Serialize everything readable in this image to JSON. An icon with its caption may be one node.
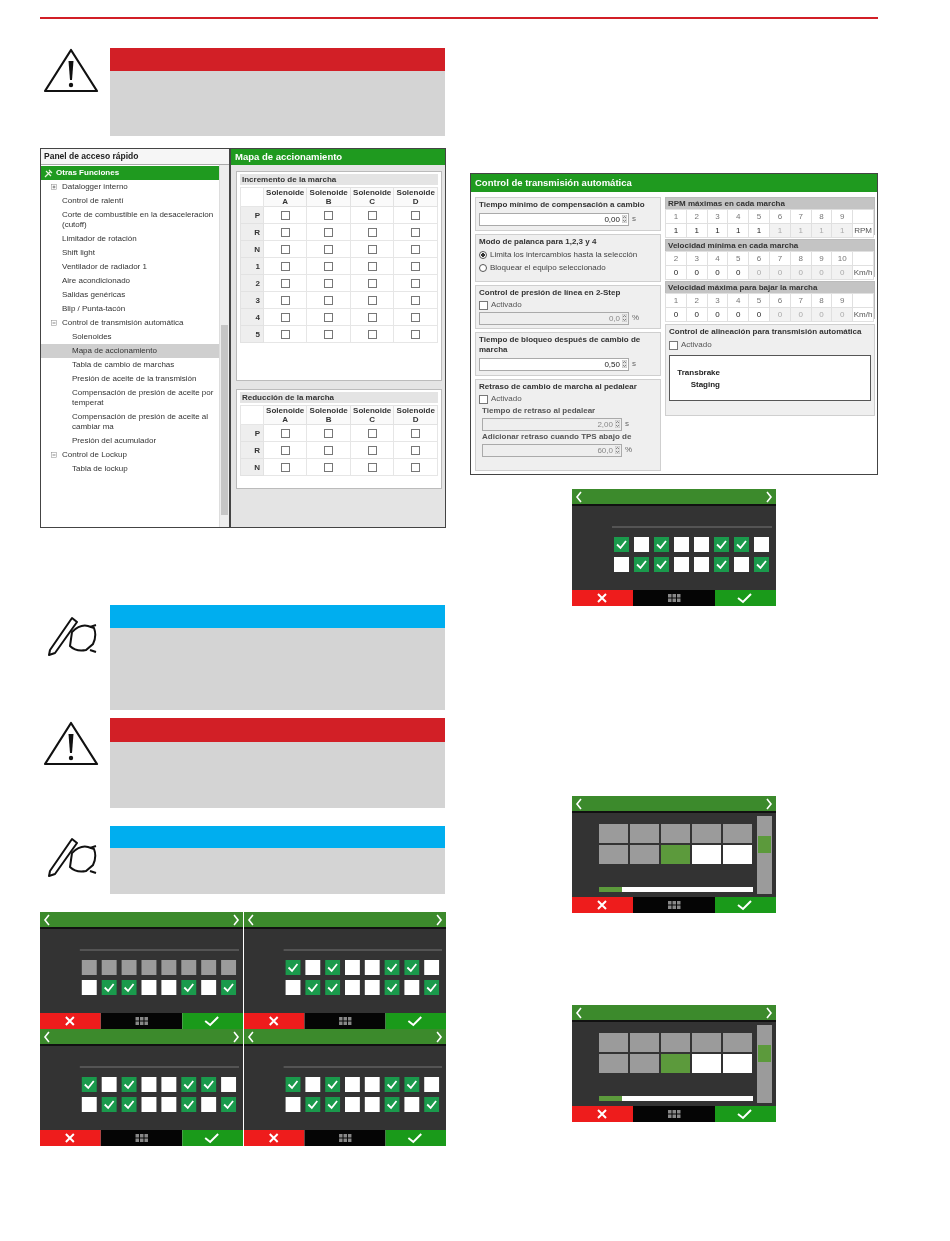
{
  "diagram": {
    "nodes": [
      {
        "text": [
          "Panel de acceso rápido",
          "Otras Funciones",
          "Datalogger interno",
          "Control de ralentí",
          "Corte de combustible en la desaceleracion (cutoff)",
          "Limitador de rotación",
          "Shift light",
          "Ventilador de radiador 1",
          "Aire acondicionado",
          "Salidas genéricas",
          "Blip / Punta-tacón",
          "Control de transmisión automática",
          "Solenoides",
          "Mapa de accionamiento",
          "Tabla de cambio de marchas",
          "Presión de aceite de la transmisión",
          "Compensación de presión de aceite por temperat",
          "Compensación de presión de aceite al cambiar ma",
          "Presión del acumulador",
          "Control de Lockup",
          "Tabla de lockup"
        ]
      },
      {
        "text": [
          "Mapa de accionamiento"
        ]
      },
      {
        "text": [
          "Incremento de la marcha",
          "Solenoide A",
          "Solenoide B",
          "Solenoide C",
          "Solenoide D",
          "P",
          "R",
          "N",
          "1",
          "2",
          "3",
          "4",
          "5"
        ],
        "in": 1
      },
      {
        "text": [
          "Reducción de la marcha",
          "Solenoide A",
          "Solenoide B",
          "Solenoide C",
          "Solenoide D",
          "P",
          "R",
          "N"
        ],
        "in": 1
      },
      {
        "text": [
          "Control de transmisión automática"
        ]
      },
      {
        "text": [
          "Tiempo mínimo de compensación a cambio",
          "0,00",
          "s"
        ],
        "in": 4
      },
      {
        "text": [
          "Modo de palanca para 1,2,3 y 4",
          "Limita los intercambios hasta la selección",
          "Bloquear el equipo seleccionado"
        ],
        "in": 4
      },
      {
        "text": [
          "Control de presión de línea en 2-Step",
          "Activado",
          "0,0",
          "%"
        ],
        "in": 4
      },
      {
        "text": [
          "Tiempo de bloqueo después de cambio de marcha",
          "0,50",
          "s"
        ],
        "in": 4
      },
      {
        "text": [
          "Retraso de cambio de marcha al pedalear",
          "Activado",
          "Tiempo de retraso al pedalear",
          "2,00",
          "s",
          "Adicionar retraso cuando TPS abajo de",
          "60,0",
          "%"
        ],
        "in": 4
      },
      {
        "text": [
          "RPM máximas en cada marcha",
          "1",
          "2",
          "3",
          "4",
          "5",
          "6",
          "7",
          "8",
          "9",
          "1",
          "1",
          "1",
          "1",
          "1",
          "1",
          "1",
          "1",
          "1",
          "RPM"
        ],
        "in": 4
      },
      {
        "text": [
          "Velocidad mínima en cada marcha",
          "2",
          "3",
          "4",
          "5",
          "6",
          "7",
          "8",
          "9",
          "10",
          "0",
          "0",
          "0",
          "0",
          "0",
          "0",
          "0",
          "0",
          "0",
          "Km/h"
        ],
        "in": 4
      },
      {
        "text": [
          "Velocidad máxima para bajar la marcha",
          "1",
          "2",
          "3",
          "4",
          "5",
          "6",
          "7",
          "8",
          "9",
          "0",
          "0",
          "0",
          "0",
          "0",
          "0",
          "0",
          "0",
          "0",
          "Km/h"
        ],
        "in": 4
      },
      {
        "text": [
          "Control de alineación para transmisión automática",
          "Activado",
          "Transbrake",
          "Staging"
        ],
        "in": 4
      }
    ]
  }
}
